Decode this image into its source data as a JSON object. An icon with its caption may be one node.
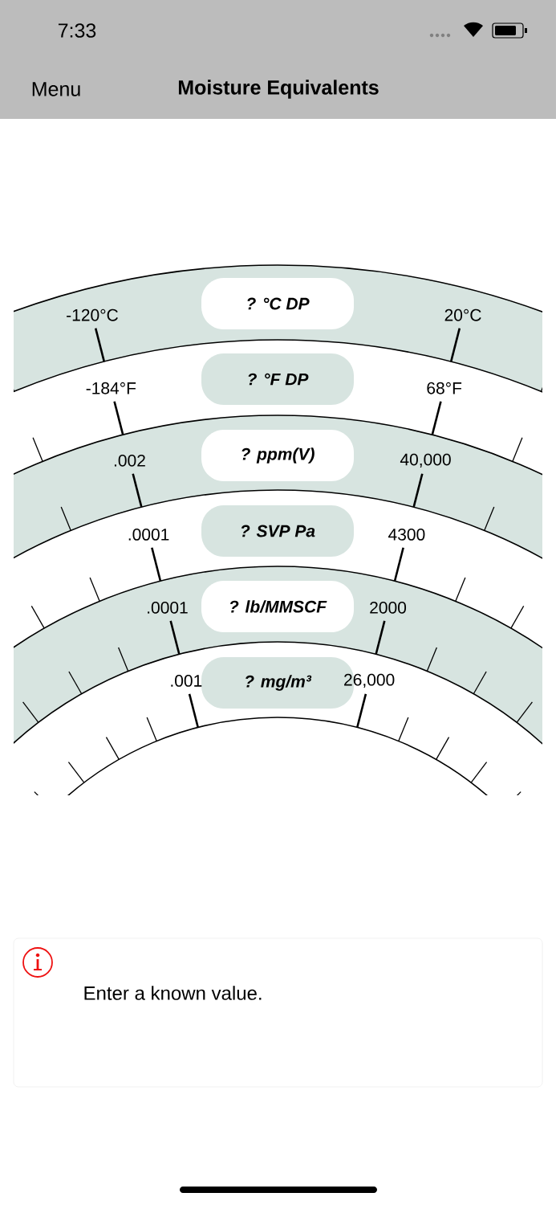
{
  "diagram": {
    "title": "Moisture Equivalents",
    "nodes": [
      {
        "text": [
          "? °C DP"
        ]
      },
      {
        "text": [
          "? °F DP"
        ]
      },
      {
        "text": [
          "? ppm(V)"
        ]
      },
      {
        "text": [
          "? SVP Pa"
        ]
      },
      {
        "text": [
          "? lb/MMSCF"
        ]
      },
      {
        "text": [
          "? mg/m³"
        ]
      }
    ],
    "labels": [
      "7:33",
      "Menu",
      "-120°C",
      "20°C",
      "-184°F",
      "68°F",
      ".002",
      "40,000",
      ".0001",
      "4300",
      ".0001",
      "2000",
      ".001",
      "26,000",
      "Enter a known value."
    ]
  }
}
